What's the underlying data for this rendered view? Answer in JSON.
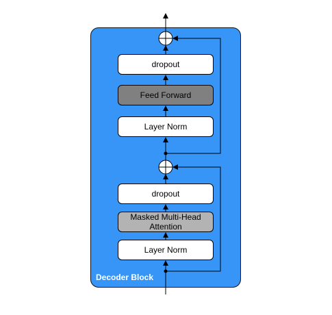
{
  "block": {
    "label": "Decoder Block"
  },
  "boxes": {
    "dropout_top": "dropout",
    "feed_forward": "Feed Forward",
    "layer_norm_top": "Layer Norm",
    "dropout_bottom": "dropout",
    "masked_attention": "Masked Multi-Head\nAttention",
    "layer_norm_bottom": "Layer Norm"
  },
  "colors": {
    "block_fill": "#3895f8",
    "box_white": "#ffffff",
    "feed_forward_fill": "#808080",
    "attention_fill": "#b3b3b3"
  },
  "icons": {
    "residual_add": "circle-plus-icon",
    "flow_arrow": "arrow-up-icon"
  }
}
